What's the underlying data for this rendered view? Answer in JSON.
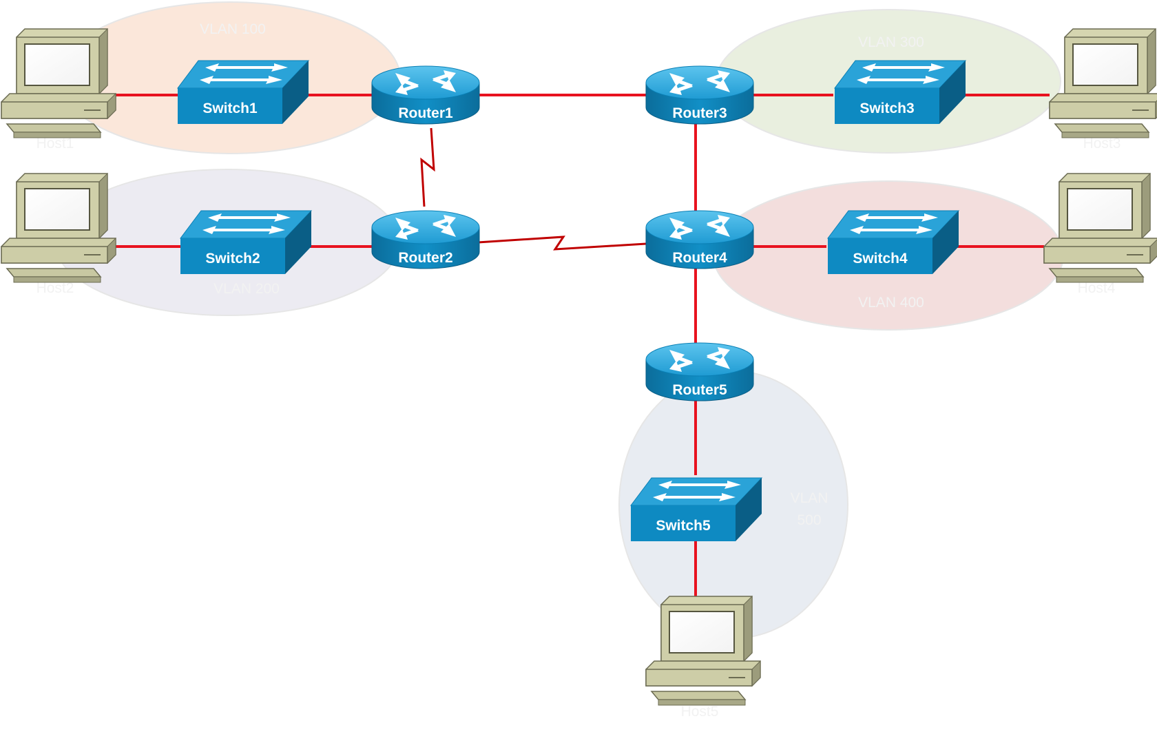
{
  "colors": {
    "link": "#e8121f",
    "serial": "#c00000",
    "device_top": "#2ea6d9",
    "device_front": "#0c86bd",
    "device_side": "#0a5e86",
    "vlan100": "#fbe7da",
    "vlan200": "#ecebf2",
    "vlan300": "#e9efdf",
    "vlan400": "#f3dedd",
    "vlan500": "#e8ecf2"
  },
  "vlans": {
    "v100": "VLAN 100",
    "v200": "VLAN 200",
    "v300": "VLAN 300",
    "v400": "VLAN 400",
    "v500_line1": "VLAN",
    "v500_line2": "500"
  },
  "hosts": {
    "h1": "Host1",
    "h2": "Host2",
    "h3": "Host3",
    "h4": "Host4",
    "h5": "Host5"
  },
  "switches": {
    "s1": "Switch1",
    "s2": "Switch2",
    "s3": "Switch3",
    "s4": "Switch4",
    "s5": "Switch5"
  },
  "routers": {
    "r1": "Router1",
    "r2": "Router2",
    "r3": "Router3",
    "r4": "Router4",
    "r5": "Router5"
  },
  "icons": {
    "router": "router-icon",
    "switch": "switch-icon",
    "host": "workstation-icon",
    "serial": "serial-link-icon"
  }
}
